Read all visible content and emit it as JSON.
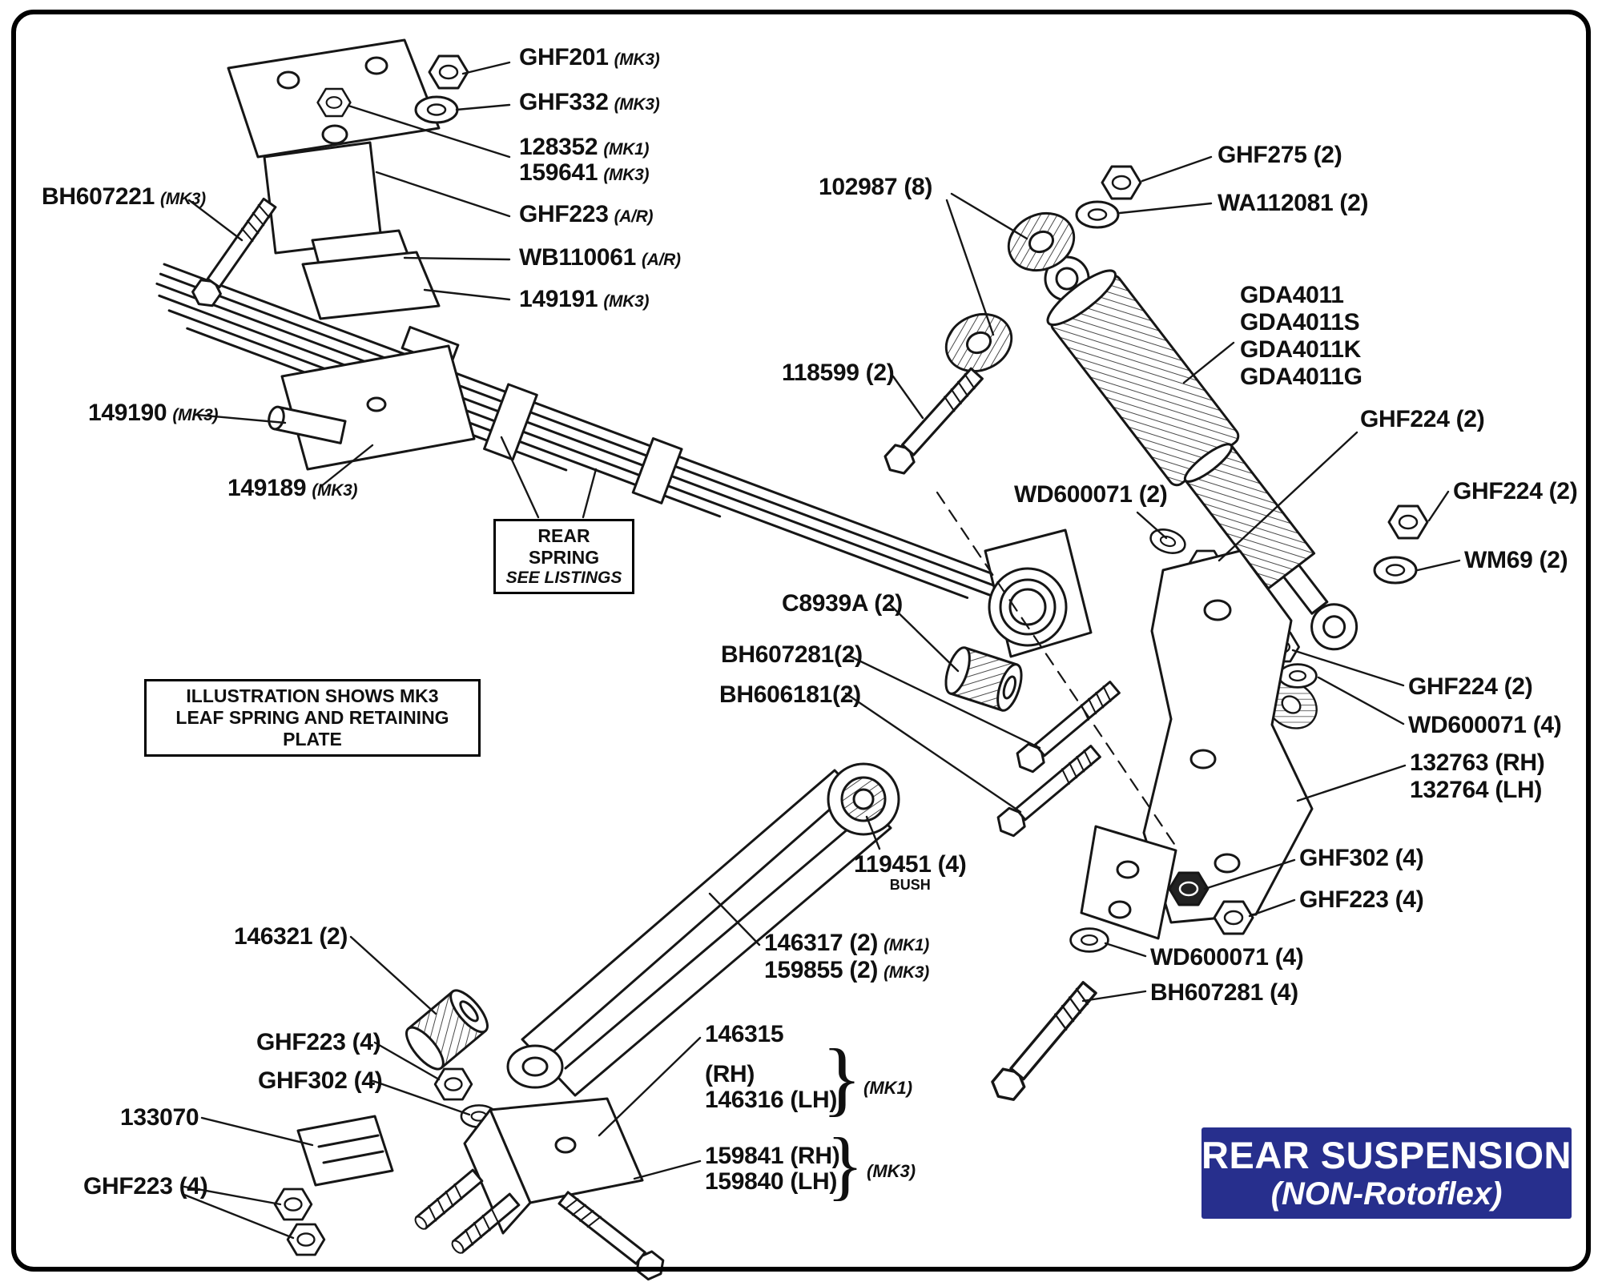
{
  "title_box": {
    "line1": "REAR SUSPENSION",
    "line2": "(NON-Rotoflex)"
  },
  "boxes": {
    "rear_spring": {
      "line1": "REAR SPRING",
      "line2": "SEE LISTINGS"
    },
    "illustration": {
      "line1": "ILLUSTRATION SHOWS MK3",
      "line2": "LEAF SPRING AND RETAINING PLATE"
    }
  },
  "braces": {
    "glyph": "}",
    "mk1": "(MK1)",
    "mk3": "(MK3)"
  },
  "colors": {
    "title_bg": "#272f8d",
    "title_fg": "#ffffff",
    "ink": "#161616"
  },
  "labels": {
    "ghf201": {
      "text": "GHF201",
      "qual": "(MK3)"
    },
    "ghf332": {
      "text": "GHF332",
      "qual": "(MK3)"
    },
    "n128352": {
      "text": "128352",
      "qual": "(MK1)"
    },
    "n159641": {
      "text": "159641",
      "qual": "(MK3)"
    },
    "ghf223_ar": {
      "text": "GHF223",
      "qual": "(A/R)"
    },
    "wb110061": {
      "text": "WB110061",
      "qual": "(A/R)"
    },
    "n149191": {
      "text": "149191",
      "qual": "(MK3)"
    },
    "bh607221": {
      "text": "BH607221",
      "qual": "(MK3)"
    },
    "n149190": {
      "text": "149190",
      "qual": "(MK3)"
    },
    "n149189": {
      "text": "149189",
      "qual": "(MK3)"
    },
    "n102987": {
      "text": "102987 (8)"
    },
    "ghf275": {
      "text": "GHF275 (2)"
    },
    "wa112081": {
      "text": "WA112081 (2)"
    },
    "gda4011": {
      "lines": [
        "GDA4011",
        "GDA4011S",
        "GDA4011K",
        "GDA4011G"
      ]
    },
    "n118599": {
      "text": "118599 (2)"
    },
    "ghf224_a": {
      "text": "GHF224 (2)"
    },
    "ghf224_b": {
      "text": "GHF224 (2)"
    },
    "wm69": {
      "text": "WM69 (2)"
    },
    "wd600071_a": {
      "text": "WD600071 (2)"
    },
    "c8939a": {
      "text": "C8939A (2)"
    },
    "bh607281_a": {
      "text": "BH607281(2)"
    },
    "bh606181": {
      "text": "BH606181(2)"
    },
    "ghf224_c": {
      "text": "GHF224 (2)"
    },
    "wd600071_b": {
      "text": "WD600071 (4)"
    },
    "n132763": {
      "line1": "132763 (RH)",
      "line2": "132764 (LH)"
    },
    "n119451": {
      "text": "119451 (4)",
      "sub": "BUSH"
    },
    "n146317": {
      "text": "146317 (2)",
      "qual": "(MK1)"
    },
    "n159855": {
      "text": "159855 (2)",
      "qual": "(MK3)"
    },
    "n146321": {
      "text": "146321 (2)"
    },
    "ghf302_r": {
      "text": "GHF302 (4)"
    },
    "ghf223_r": {
      "text": "GHF223 (4)"
    },
    "wd600071_c": {
      "text": "WD600071 (4)"
    },
    "bh607281_b": {
      "text": "BH607281 (4)"
    },
    "ghf223_arm": {
      "text": "GHF223 (4)"
    },
    "ghf302_arm": {
      "text": "GHF302 (4)"
    },
    "n133070": {
      "text": "133070"
    },
    "ghf223_bl": {
      "text": "GHF223 (4)"
    },
    "n146315": {
      "text": "146315"
    },
    "rh_only": {
      "text": "(RH)"
    },
    "n146316": {
      "text": "146316 (LH)"
    },
    "n159841": {
      "text": "159841 (RH)"
    },
    "n159840": {
      "text": "159840 (LH)"
    }
  }
}
